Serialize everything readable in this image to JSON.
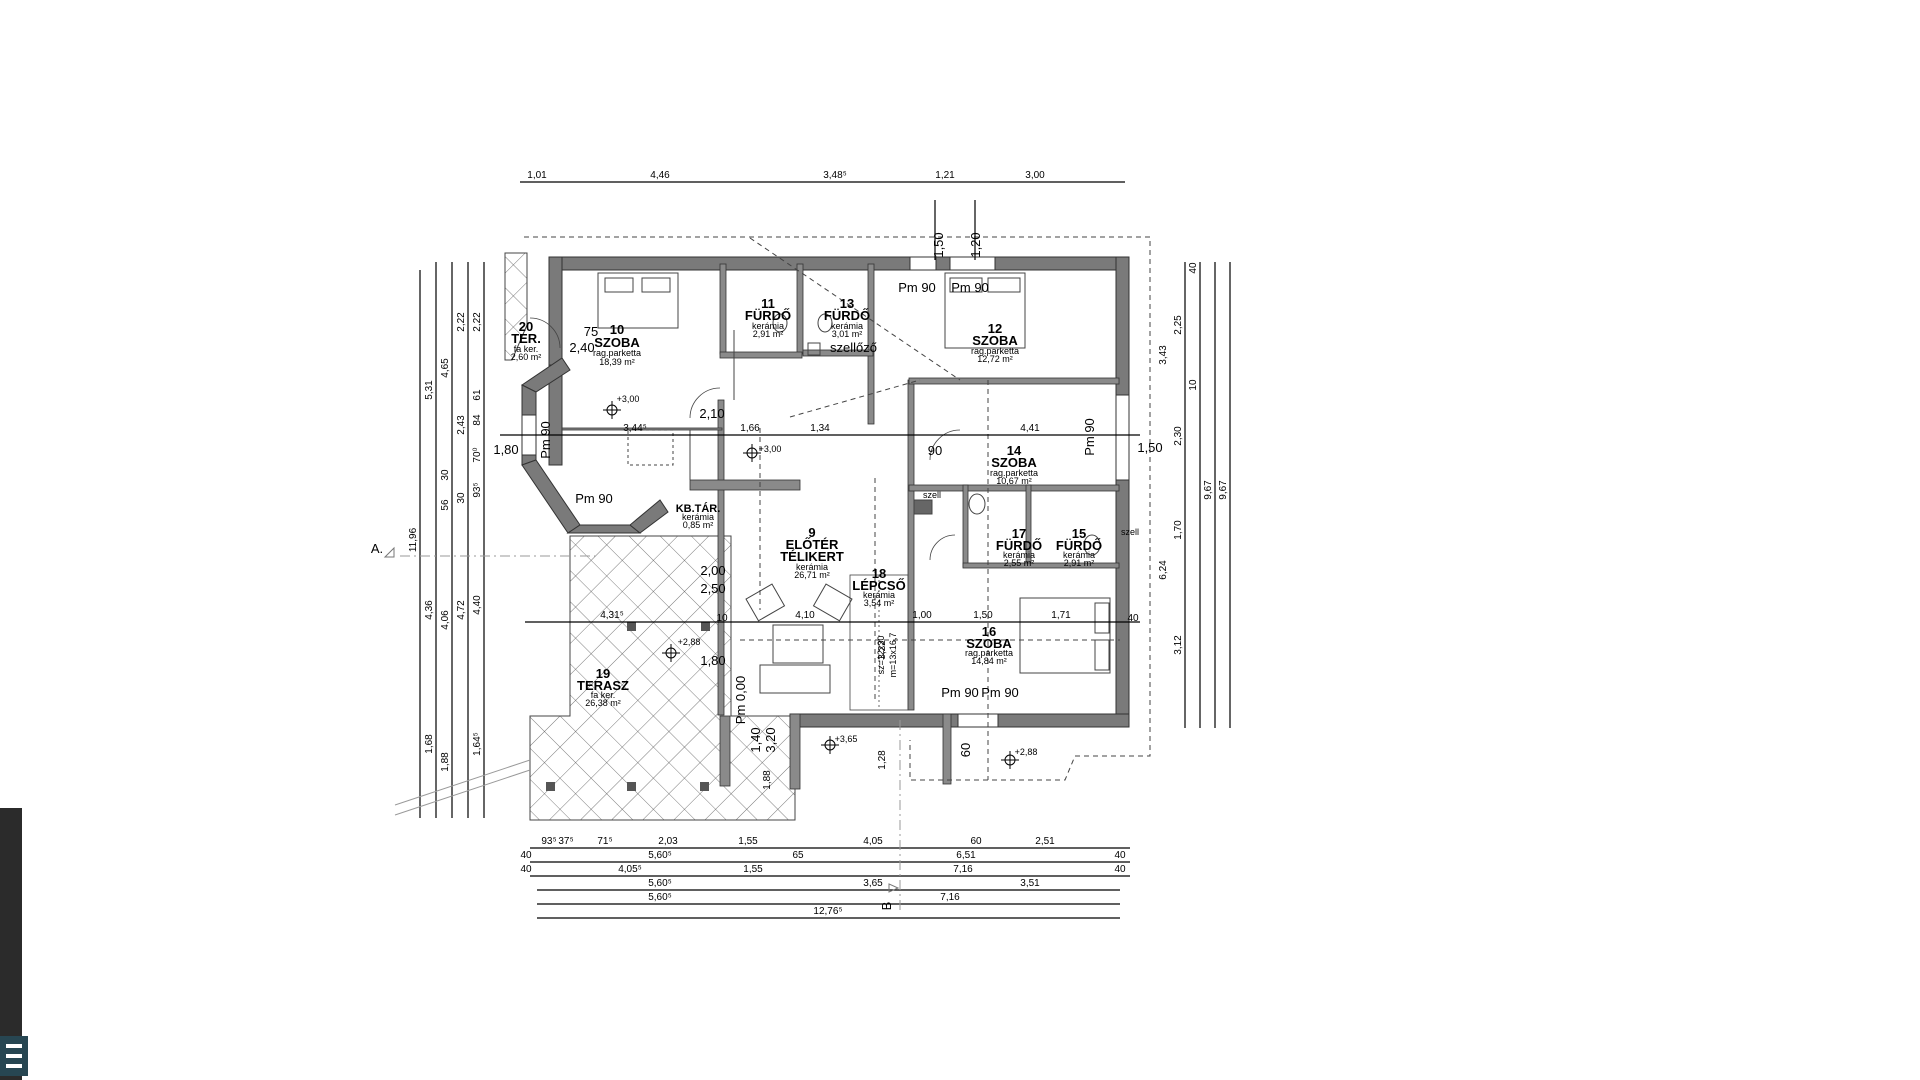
{
  "rooms": [
    {
      "no": "10",
      "name": "SZOBA",
      "floor": "rag.parketta",
      "area": "18,39 m²"
    },
    {
      "no": "11",
      "name": "FÜRDŐ",
      "floor": "kerámia",
      "area": "2,91 m²"
    },
    {
      "no": "13",
      "name": "FÜRDŐ",
      "floor": "kerámia",
      "area": "3,01 m²"
    },
    {
      "no": "12",
      "name": "SZOBA",
      "floor": "rag.parketta",
      "area": "12,72 m²"
    },
    {
      "no": "20",
      "name": "TER.",
      "floor": "fa ker.",
      "area": "2,60 m²"
    },
    {
      "no": "14",
      "name": "SZOBA",
      "floor": "rag.parketta",
      "area": "10,67 m²"
    },
    {
      "no": "9",
      "name": "ELŐTÉR",
      "name2": "TÉLIKERT",
      "floor": "kerámia",
      "area": "26,71 m²"
    },
    {
      "no": "",
      "name": "KB.TÁR.",
      "floor": "kerámia",
      "area": "0,85 m²"
    },
    {
      "no": "17",
      "name": "FÜRDŐ",
      "floor": "kerámia",
      "area": "2,55 m²"
    },
    {
      "no": "15",
      "name": "FÜRDŐ",
      "floor": "kerámia",
      "area": "2,91 m²"
    },
    {
      "no": "18",
      "name": "LÉPCSŐ",
      "floor": "kerámia",
      "area": "3,54 m²"
    },
    {
      "no": "16",
      "name": "SZOBA",
      "floor": "rag.parketta",
      "area": "14,84 m²"
    },
    {
      "no": "19",
      "name": "TERASZ",
      "floor": "fa ker.",
      "area": "26,38 m²"
    }
  ],
  "levels": [
    "+3,00",
    "+3,00",
    "+2,88",
    "+3,65",
    "+2,88"
  ],
  "labels": {
    "szellozo": "szellőző",
    "szell": "szell",
    "szell2": "szell",
    "stair": "sz=12x30",
    "stair2": "m=13x16,7",
    "pm90": "Pm 90",
    "pm00": "Pm 0,00",
    "sectionA": "A.",
    "sectionB": "B"
  },
  "dims": {
    "top": [
      "1,01",
      "4,46",
      "3,48⁵",
      "1,21",
      "3,00"
    ],
    "bottom": [
      [
        "93⁵",
        "37⁵",
        "71⁵",
        "2,03",
        "1,55",
        "4,05",
        "60",
        "2,51"
      ],
      [
        "40",
        "5,60⁵",
        "65",
        "6,51",
        "40"
      ],
      [
        "40",
        "4,05⁵",
        "1,55",
        "7,16",
        "40"
      ],
      [
        "5,60⁵",
        "3,65",
        "3,51"
      ],
      [
        "5,60⁵",
        "7,16"
      ],
      [
        "12,76⁵"
      ]
    ],
    "left": [
      "11,96",
      "5,31",
      "4,36",
      "1,68",
      "4,65",
      "4,06",
      "1,88",
      "2,22",
      "2,43",
      "70⁰",
      "4,72",
      "1,64⁵",
      "2,22",
      "84",
      "4,40",
      "61",
      "93⁵",
      "30",
      "56",
      "30"
    ],
    "right": [
      "9,67",
      "9,67",
      "3,43",
      "2,25",
      "2,30",
      "1,70",
      "6,24",
      "3,12",
      "40",
      "10"
    ],
    "inner": [
      "4,41",
      "3,44⁵",
      "1,66",
      "1,34",
      "4,10",
      "4,31⁵",
      "1,00",
      "1,50",
      "1,71",
      "90",
      "1,80",
      "2,10",
      "2,40",
      "75",
      "2,00",
      "2,50",
      "1,50",
      "1,80",
      "3,20",
      "1,40",
      "1,28",
      "1,88",
      "3,22",
      "60",
      "1,20",
      "1,50",
      "10",
      "40"
    ]
  }
}
